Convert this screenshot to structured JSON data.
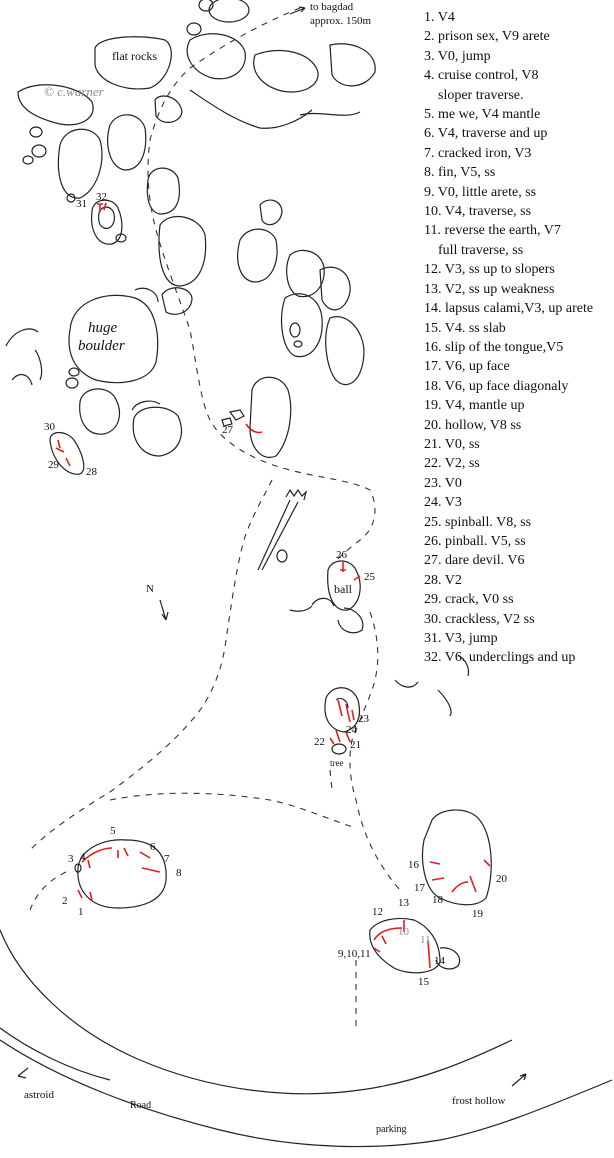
{
  "top_note": {
    "line1": "to bagdad",
    "line2": "approx. 150m"
  },
  "labels": {
    "flat_rocks": "flat rocks",
    "copyright": "© c.warner",
    "huge": "huge",
    "boulder": "boulder",
    "ball": "ball",
    "tree": "tree",
    "north": "N",
    "road": "Road",
    "parking": "parking",
    "astroid": "astroid",
    "frost_hollow": "frost hollow"
  },
  "legend": [
    {
      "n": "1.",
      "text": "V4"
    },
    {
      "n": "2.",
      "text": "prison sex, V9 arete"
    },
    {
      "n": "3.",
      "text": "V0, jump"
    },
    {
      "n": "4.",
      "text": "cruise control, V8",
      "cont": "sloper traverse."
    },
    {
      "n": "5.",
      "text": "me we, V4 mantle"
    },
    {
      "n": "6.",
      "text": "V4, traverse and up"
    },
    {
      "n": "7.",
      "text": "cracked iron, V3"
    },
    {
      "n": "8.",
      "text": "fin, V5, ss"
    },
    {
      "n": "9.",
      "text": "V0, little arete, ss"
    },
    {
      "n": "10.",
      "text": "V4, traverse, ss"
    },
    {
      "n": "11.",
      "text": "reverse the earth, V7",
      "cont": "full traverse, ss"
    },
    {
      "n": "12.",
      "text": "V3, ss up to slopers"
    },
    {
      "n": "13.",
      "text": "V2, ss up weakness"
    },
    {
      "n": "14.",
      "text": "lapsus calami,V3, up arete"
    },
    {
      "n": "15.",
      "text": "V4. ss slab"
    },
    {
      "n": "16.",
      "text": "slip of the tongue,V5"
    },
    {
      "n": "17.",
      "text": "V6, up face"
    },
    {
      "n": "18.",
      "text": "V6, up face diagonaly"
    },
    {
      "n": "19.",
      "text": "V4, mantle up"
    },
    {
      "n": "20.",
      "text": "hollow, V8 ss"
    },
    {
      "n": "21.",
      "text": "V0, ss"
    },
    {
      "n": "22.",
      "text": "V2, ss"
    },
    {
      "n": "23.",
      "text": "V0"
    },
    {
      "n": "24.",
      "text": "V3"
    },
    {
      "n": "25.",
      "text": "spinball. V8, ss"
    },
    {
      "n": "26.",
      "text": "pinball. V5, ss"
    },
    {
      "n": "27.",
      "text": "dare devil. V6"
    },
    {
      "n": "28.",
      "text": "V2"
    },
    {
      "n": "29.",
      "text": "crack, V0 ss"
    },
    {
      "n": "30.",
      "text": "crackless, V2 ss"
    },
    {
      "n": "31.",
      "text": "V3, jump"
    },
    {
      "n": "32.",
      "text": "V6. underclings and up"
    }
  ],
  "map_numbers": {
    "n1": "1",
    "n2": "2",
    "n3": "3",
    "n4": "4",
    "n5": "5",
    "n6": "6",
    "n7": "7",
    "n8": "8",
    "n91011": "9,10,11",
    "n10": "10",
    "n11": "11",
    "n12": "12",
    "n13": "13",
    "n14": "14",
    "n15": "15",
    "n16": "16",
    "n17": "17",
    "n18": "18",
    "n19": "19",
    "n20": "20",
    "n21": "21",
    "n22": "22",
    "n23": "23",
    "n24": "24",
    "n25": "25",
    "n26": "26",
    "n27": "27",
    "n28": "28",
    "n29": "29",
    "n30": "30",
    "n31": "31",
    "n32": "32"
  },
  "colors": {
    "route": "#e0201a",
    "ink": "#222222",
    "muted": "#8a8a8a"
  }
}
